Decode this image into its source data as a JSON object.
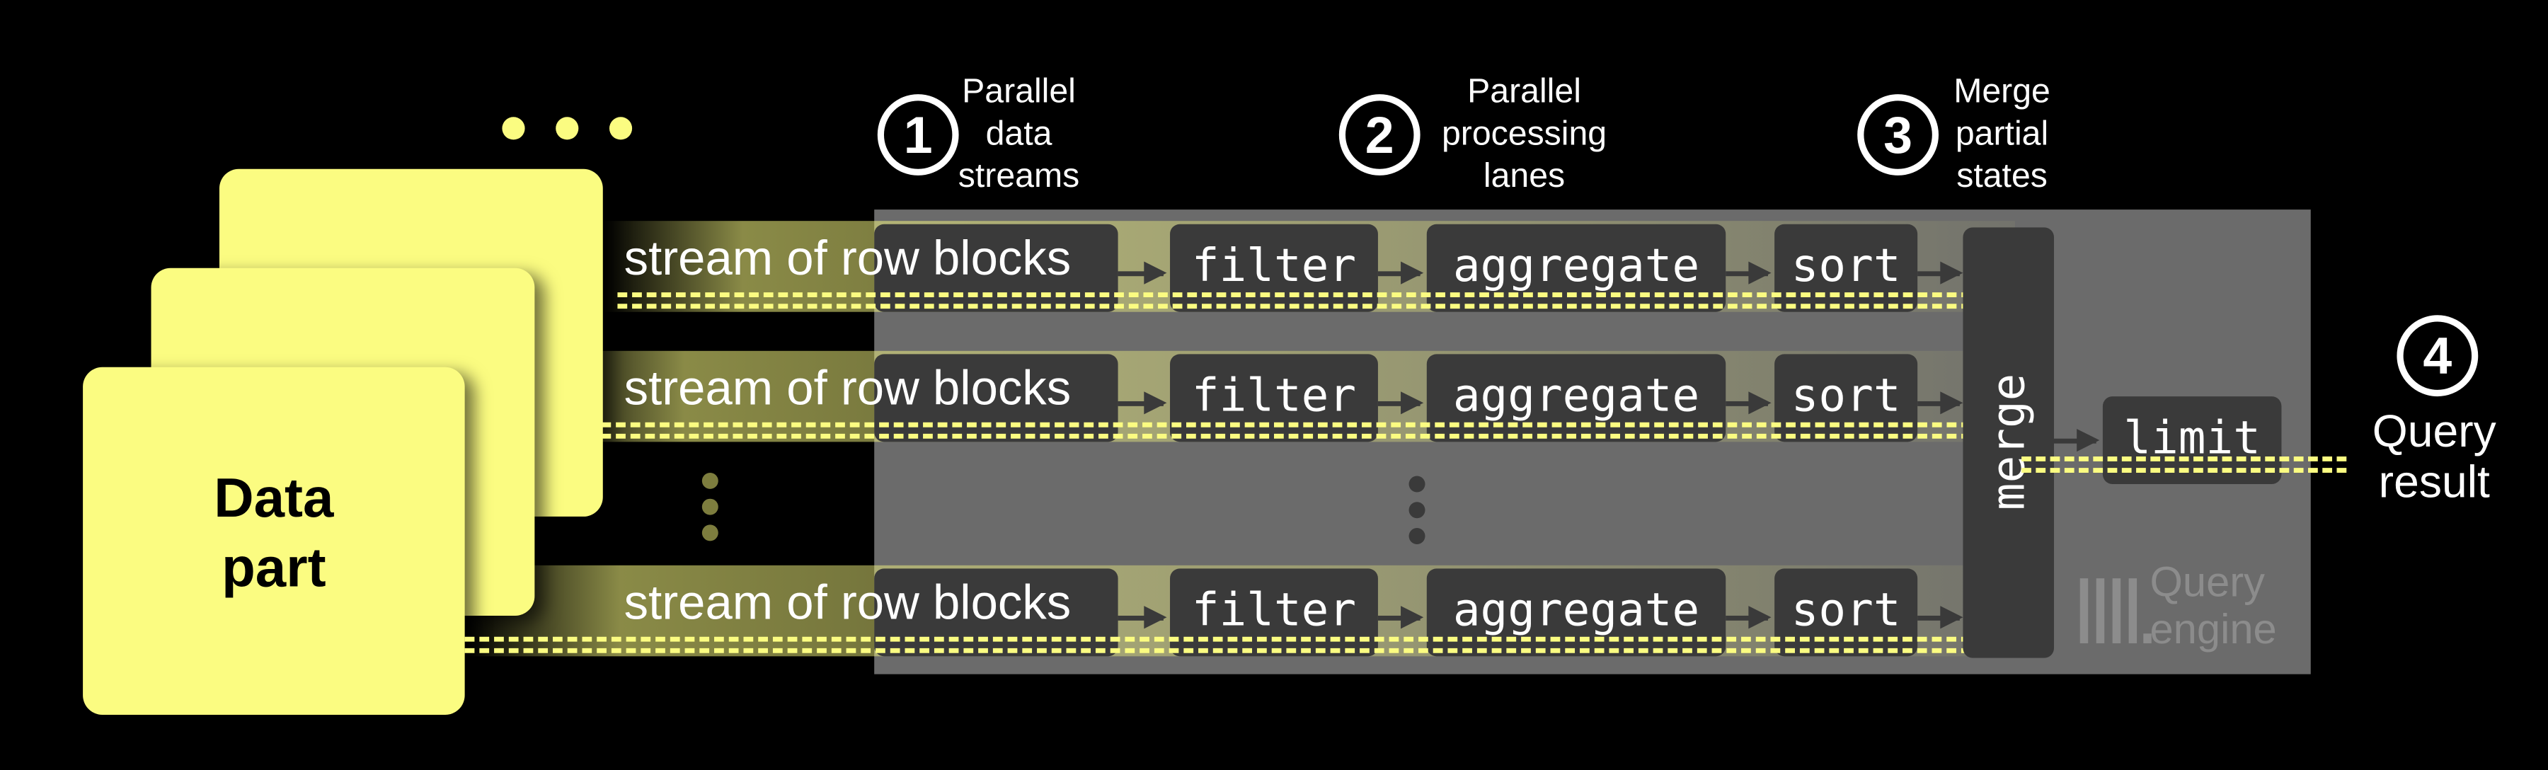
{
  "data_part": {
    "label_line1": "Data",
    "label_line2": "part"
  },
  "stream_label": "stream of row blocks",
  "operators": {
    "filter": "filter",
    "aggregate": "aggregate",
    "sort": "sort",
    "merge": "merge",
    "limit": "limit"
  },
  "steps": [
    {
      "number": "1",
      "lines": [
        "Parallel",
        "data",
        "streams"
      ]
    },
    {
      "number": "2",
      "lines": [
        "Parallel",
        "processing",
        "lanes"
      ]
    },
    {
      "number": "3",
      "lines": [
        "Merge",
        "partial",
        "states"
      ]
    },
    {
      "number": "4",
      "lines": [
        "Query",
        "result"
      ]
    }
  ],
  "engine": {
    "label_line1": "Query",
    "label_line2": "engine"
  },
  "colors": {
    "accent": "#fbfc81",
    "engine_bg": "#6b6b6b",
    "node_bg": "#3a3a3a",
    "background": "#000000"
  }
}
